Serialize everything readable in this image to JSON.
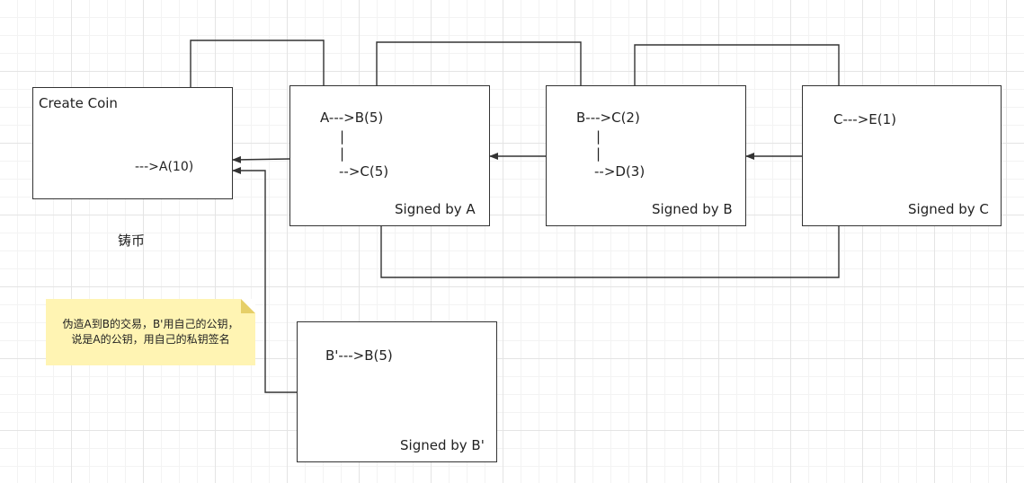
{
  "boxes": {
    "create_coin": {
      "title": "Create Coin",
      "line1": "--->A(10)"
    },
    "tx_a": {
      "line1": "A--->B(5)",
      "bar": "|",
      "line2": "-->C(5)",
      "signature": "Signed by A"
    },
    "tx_b": {
      "line1": "B--->C(2)",
      "bar": "|",
      "line2": "-->D(3)",
      "signature": "Signed by B"
    },
    "tx_c": {
      "line1": "C--->E(1)",
      "signature": "Signed by C"
    },
    "tx_forged": {
      "line1": "B'--->B(5)",
      "signature": "Signed by B'"
    }
  },
  "mint_label": "铸币",
  "note": {
    "line1": "伪造A到B的交易，B'用自己的公钥，",
    "line2": "说是A的公钥，用自己的私钥签名"
  },
  "colors": {
    "stroke": "#333333",
    "note_fill": "#fff4b3",
    "note_fold": "#e6cf68"
  }
}
